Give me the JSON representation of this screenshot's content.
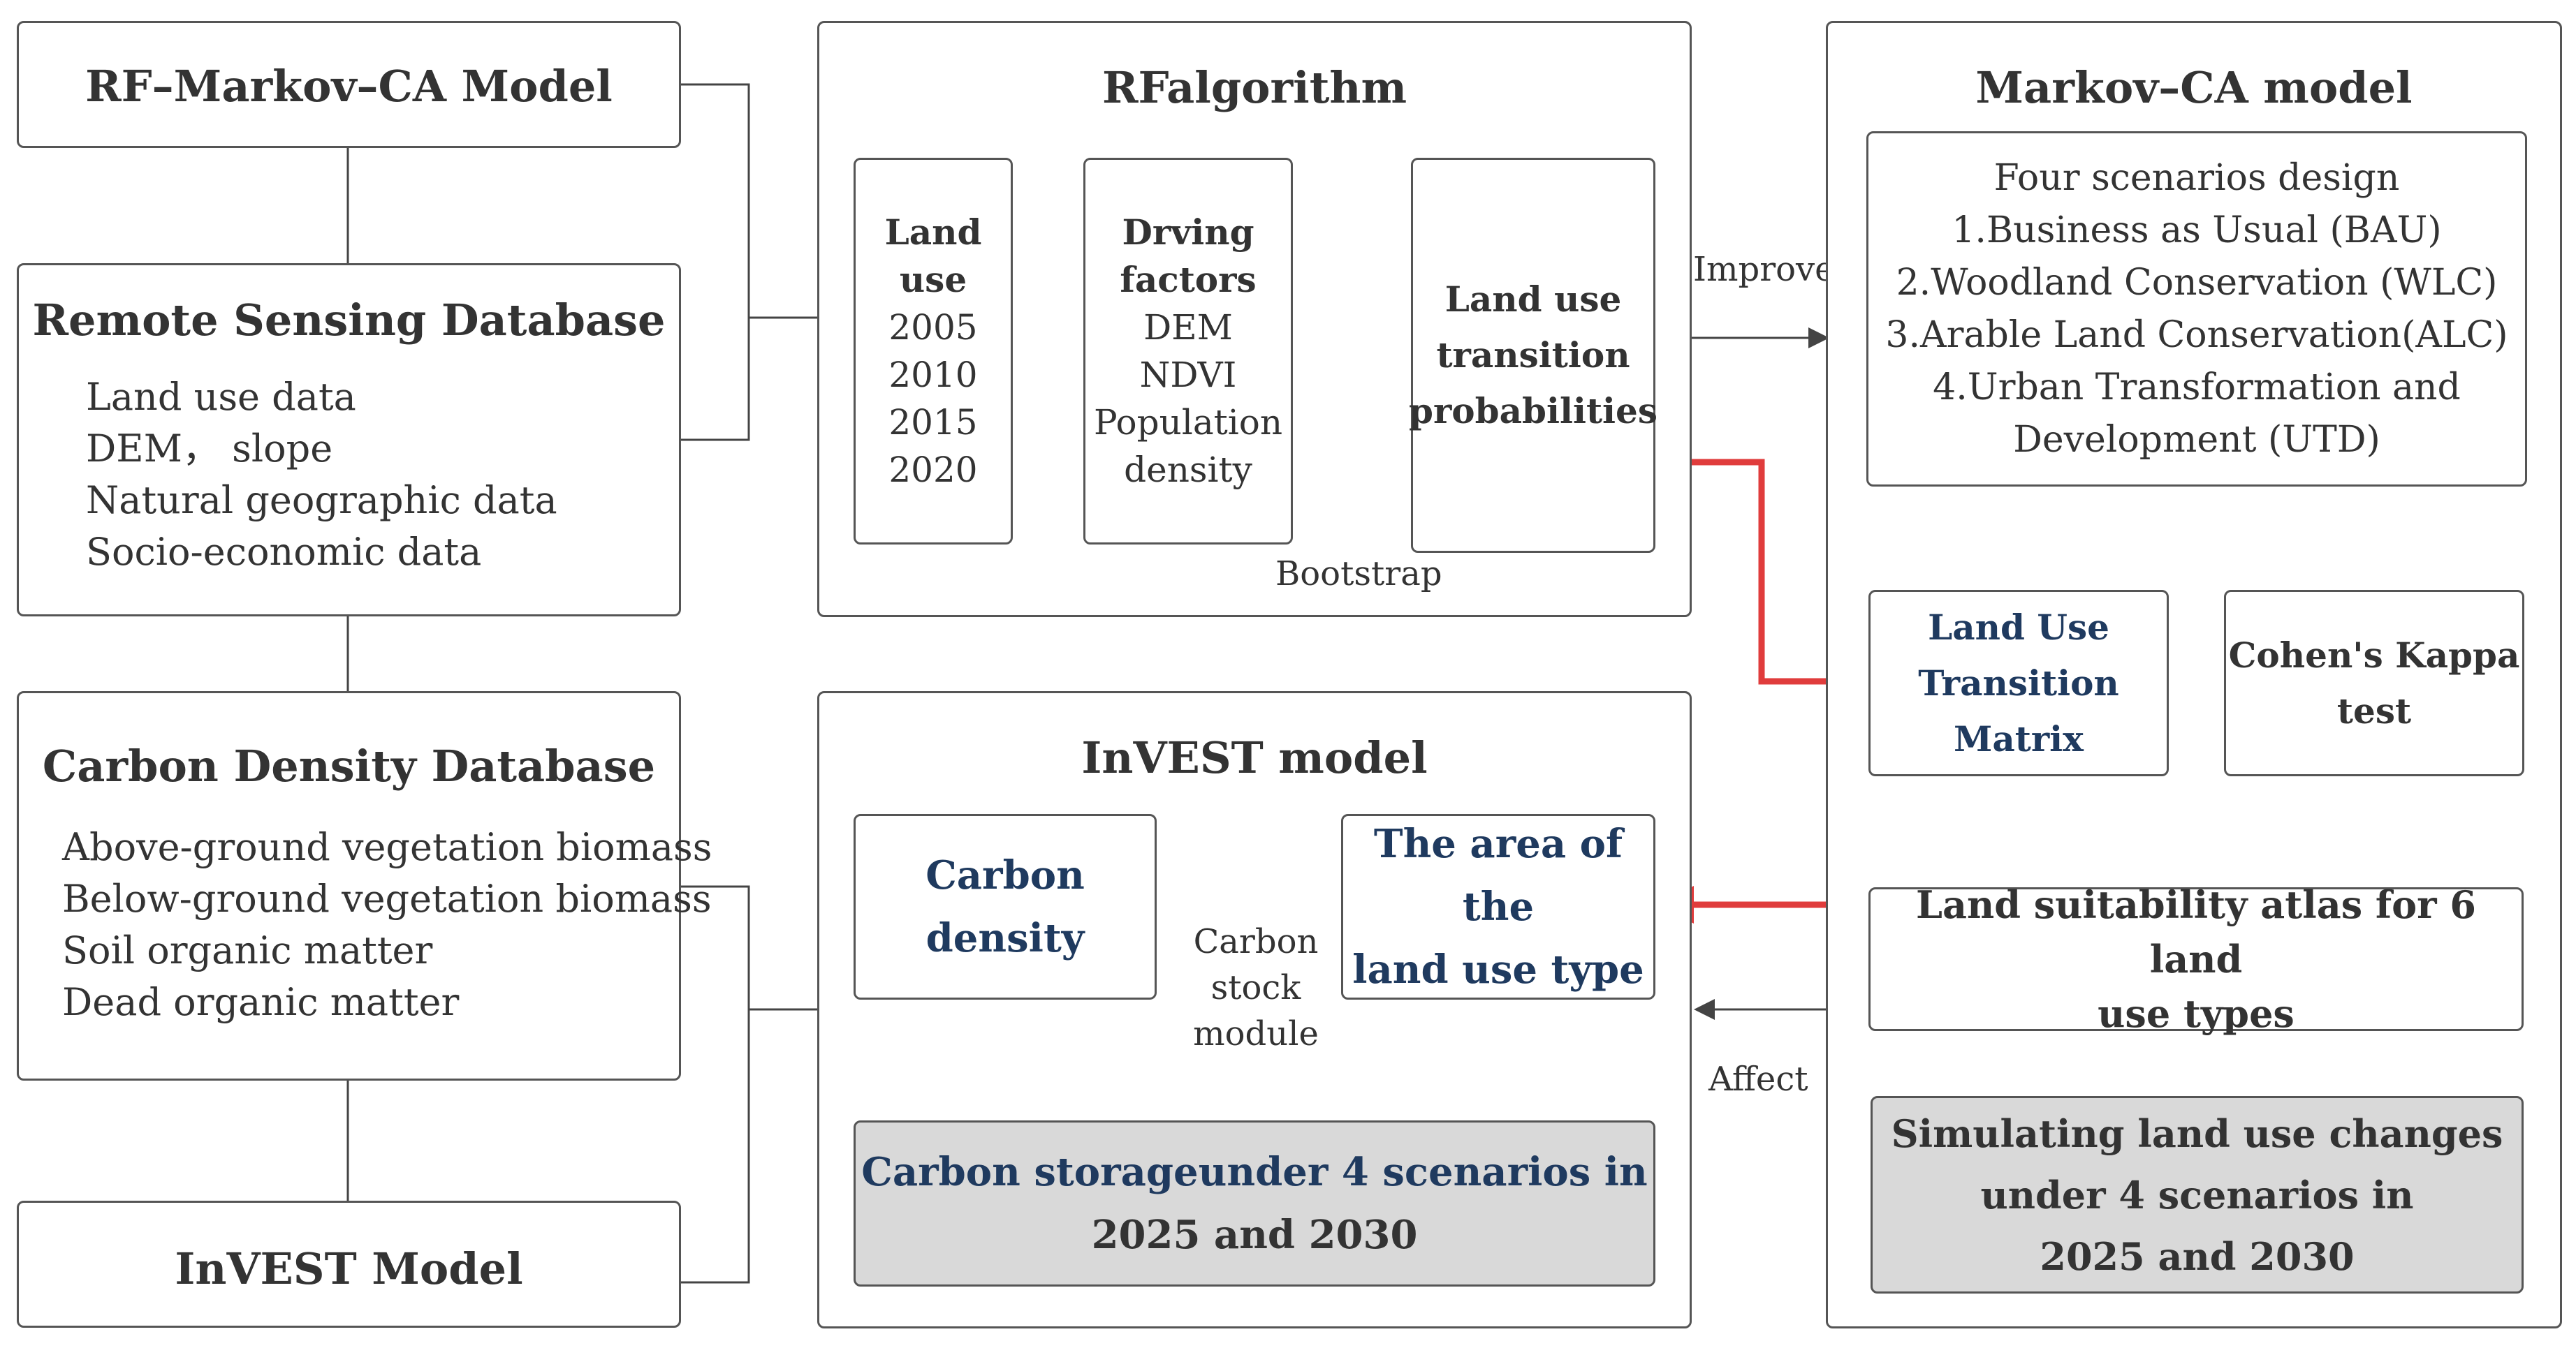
{
  "left_column": {
    "rf_markov_ca": "RF–Markov–CA Model",
    "remote_sensing": {
      "title": "Remote Sensing Database",
      "items": [
        "Land use data",
        "DEM， slope",
        "Natural geographic data",
        "Socio-economic data"
      ]
    },
    "carbon_density": {
      "title": "Carbon Density Database",
      "items": [
        "Above-ground vegetation biomass",
        "Below-ground vegetation biomass",
        "Soil organic matter",
        "Dead organic matter"
      ]
    },
    "invest": "InVEST Model"
  },
  "rf": {
    "title": "RFalgorithm",
    "land_use": {
      "label_line1": "Land",
      "label_line2": "use",
      "years": [
        "2005",
        "2010",
        "2015",
        "2020"
      ]
    },
    "driving": {
      "label_line1": "Drving",
      "label_line2": "factors",
      "items": [
        "DEM",
        "NDVI",
        "Population",
        "density"
      ]
    },
    "transition": [
      "Land use",
      "transition",
      "probabilities"
    ],
    "bootstrap": "Bootstrap"
  },
  "markov": {
    "title": "Markov–CA model",
    "scenarios": [
      "Four scenarios design",
      "1.Business as Usual (BAU)",
      "2.Woodland Conservation (WLC)",
      "3.Arable Land Conservation(ALC)",
      "4.Urban Transformation and",
      "Development (UTD)"
    ],
    "matrix": [
      "Land Use",
      "Transition",
      "Matrix"
    ],
    "kappa": [
      "Cohen's Kappa",
      "test"
    ],
    "suitability": [
      "Land suitability atlas for 6 land",
      "use types"
    ],
    "simulating": [
      "Simulating land use changes",
      "under 4 scenarios in",
      "2025 and 2030"
    ]
  },
  "invest": {
    "title": "InVEST model",
    "carbon_density": [
      "Carbon",
      "density"
    ],
    "area": [
      "The area of the",
      "land use type"
    ],
    "module": [
      "Carbon",
      "stock",
      "module"
    ],
    "storage": [
      "Carbon storageunder 4 scenarios in",
      "2025 and 2030"
    ]
  },
  "connectors": {
    "improve": "Improve",
    "affect": "Affect"
  },
  "colors": {
    "line": "#444444",
    "red_arrow": "#e03c3c",
    "gray_fill": "#d9d9d9",
    "navy_text": "#1f3a5f"
  }
}
